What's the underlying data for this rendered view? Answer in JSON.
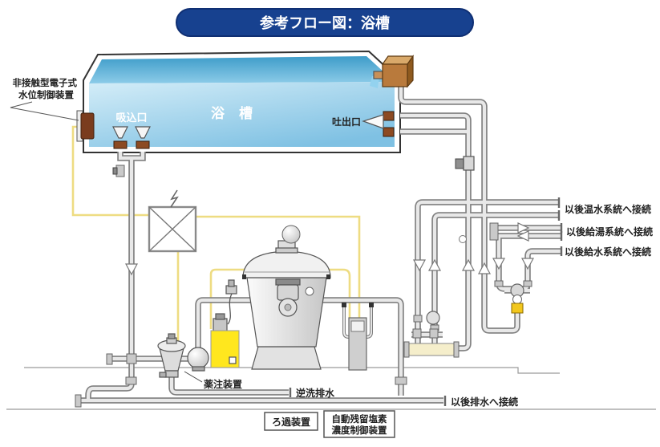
{
  "title": "参考フロー図：浴槽",
  "tub": {
    "label": "浴 槽",
    "suction_label": "吸込口",
    "discharge_label": "吐出口"
  },
  "level_sensor": {
    "line1": "非接触型電子式",
    "line2": "水位制御装置"
  },
  "equipment": {
    "chemical_injector": "薬注装置",
    "backwash_drain": "逆洗排水",
    "filter": "ろ過装置",
    "chlorine_line1": "自動残留塩素",
    "chlorine_line2": "濃度制御装置"
  },
  "connections": {
    "hot_water_system": "以後温水系統へ接続",
    "hot_supply_system": "以後給湯系統へ接続",
    "water_supply_system": "以後給水系統へ接続",
    "drain": "以後排水へ接続"
  },
  "colors": {
    "title_bg": "#17418f",
    "water_dark": "#54aed6",
    "water_light": "#c3e6f4",
    "wire_yellow": "#eedc82",
    "chemical_tank_yellow": "#ffe71e",
    "wood_brown": "#b97a3c",
    "fitting_brown": "#8c4a22",
    "pipe_gray": "#7f7f7f"
  }
}
